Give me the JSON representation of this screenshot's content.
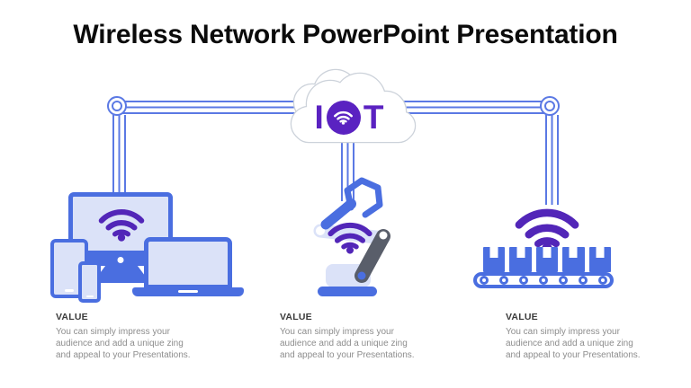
{
  "title": "Wireless Network PowerPoint Presentation",
  "cloud": {
    "text_i": "I",
    "text_t": "T",
    "center_icon": "wifi-icon"
  },
  "sections": [
    {
      "heading": "VALUE",
      "lines": [
        "You can simply impress your",
        "audience and add a unique zing",
        "and appeal to your Presentations."
      ]
    },
    {
      "heading": "VALUE",
      "lines": [
        "You can simply impress your",
        "audience and add a unique zing",
        "and appeal to your Presentations."
      ]
    },
    {
      "heading": "VALUE",
      "lines": [
        "You can simply impress your",
        "audience and add a unique zing",
        "and appeal to your Presentations."
      ]
    }
  ],
  "icons": [
    "cloud-icon",
    "wifi-icon",
    "connector-ring-icon",
    "monitor-icon",
    "tablet-icon",
    "smartphone-icon",
    "laptop-icon",
    "robot-arm-icon",
    "box-icon",
    "conveyor-belt-icon"
  ],
  "colors": {
    "device_blue": "#4a6ee0",
    "line_blue": "#5b79e4",
    "screen_lavender": "#dbe2f8",
    "iot_purple": "#5a22c1",
    "wifi_purple": "#5226b8",
    "arm_dark_gray": "#595e6a",
    "cloud_outline": "#ccd2da",
    "heading_text": "#3b3b3b",
    "body_text": "#8d8d8d",
    "title_text": "#0b0b0b"
  }
}
